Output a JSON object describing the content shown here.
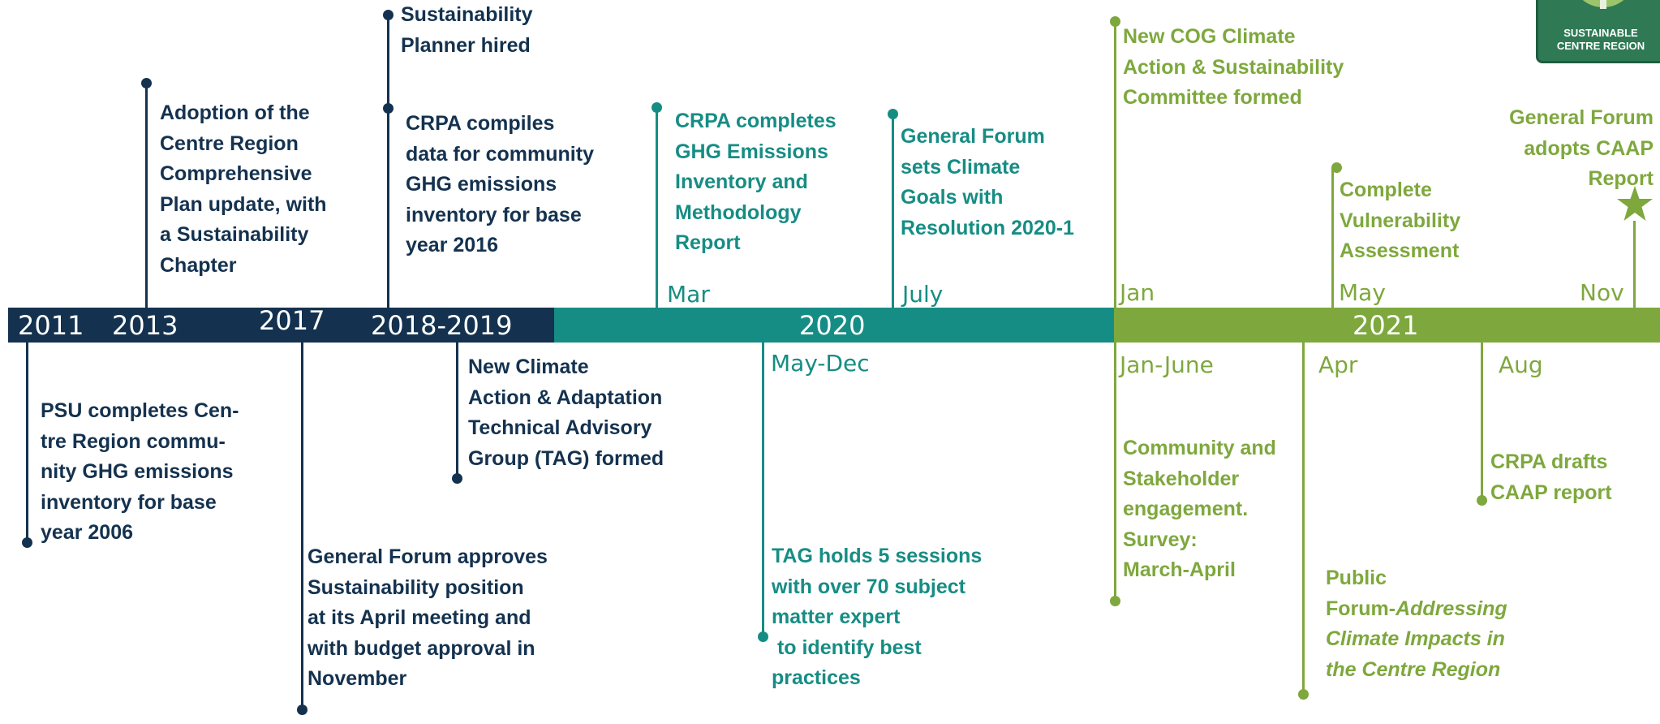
{
  "logo": {
    "line1": "SUSTAINABLE",
    "line2": "CENTRE REGION"
  },
  "years": {
    "y2011": "2011",
    "y2013": "2013",
    "y2017": "2017",
    "y2018": "2018-2019",
    "y2020": "2020",
    "y2021": "2021"
  },
  "months": {
    "mar": "Mar",
    "july": "July",
    "may_dec": "May-Dec",
    "jan": "Jan",
    "may": "May",
    "nov": "Nov",
    "jan_june": "Jan-June",
    "apr": "Apr",
    "aug": "Aug"
  },
  "events": {
    "psu": [
      "PSU completes Cen-",
      "tre Region commu-",
      "nity GHG emissions",
      "inventory for base",
      "year 2006"
    ],
    "adoption": [
      "Adoption of the",
      "Centre Region",
      "Comprehensive",
      "Plan update, with",
      "a Sustainability",
      "Chapter"
    ],
    "gf_approves": [
      "General Forum approves",
      "Sustainability position",
      "at its April meeting and",
      "with budget approval in",
      "November"
    ],
    "planner": [
      "Sustainability",
      "Planner hired"
    ],
    "crpa_compiles": [
      "CRPA compiles",
      "data for community",
      "GHG emissions",
      "inventory for base",
      "year 2016"
    ],
    "tag_formed": [
      "New Climate",
      "Action & Adaptation",
      "Technical Advisory",
      "Group (TAG) formed"
    ],
    "crpa_completes": [
      "CRPA completes",
      "GHG Emissions",
      "Inventory and",
      "Methodology",
      "Report"
    ],
    "gf_goals": [
      "General Forum",
      "sets Climate",
      "Goals with",
      "Resolution 2020-1"
    ],
    "tag_sessions": [
      "TAG holds 5 sessions",
      "with over 70 subject",
      "matter expert",
      " to identify best",
      "practices"
    ],
    "cog_committee": [
      "New COG Climate",
      "Action & Sustainability",
      "Committee formed"
    ],
    "vulnerability": [
      "Complete",
      "Vulnerability",
      "Assessment"
    ],
    "gf_adopts": [
      "General Forum",
      "adopts CAAP",
      "Report"
    ],
    "engagement": [
      "Community and",
      "Stakeholder",
      "engagement.",
      "Survey:",
      "March-April"
    ],
    "public_forum": {
      "line1": "Public",
      "line2_plain": "Forum-",
      "line2_italic": "Addressing",
      "line3": "Climate Impacts in",
      "line4": "the Centre Region"
    },
    "crpa_drafts": [
      "CRPA drafts",
      "CAAP report"
    ]
  },
  "colors": {
    "navy": "#14324f",
    "teal": "#168d84",
    "green": "#7ea83d"
  }
}
